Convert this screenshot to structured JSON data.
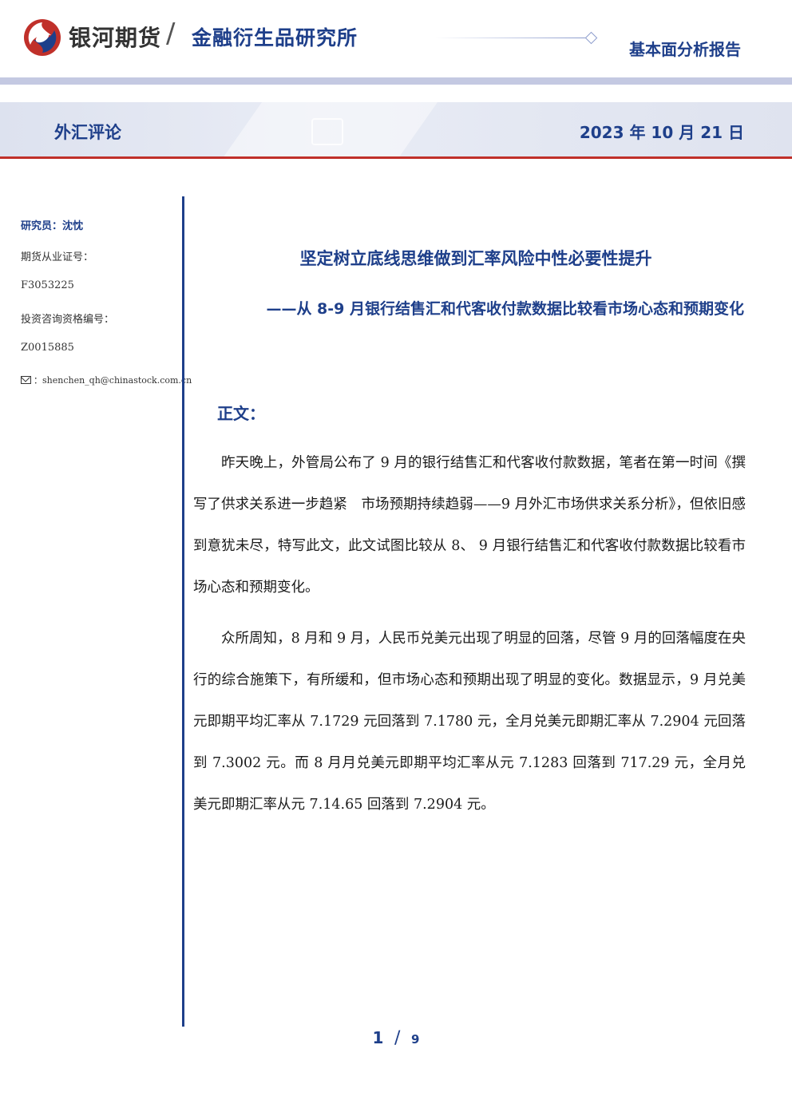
{
  "header": {
    "brand": "银河期货",
    "slash": "/",
    "institute": "金融衍生品研究所",
    "report_type": "基本面分析报告",
    "category": "外汇评论",
    "date": "2023 年 10 月 21 日"
  },
  "sidebar": {
    "researcher": "研究员：沈忱",
    "license_label": "期货从业证号：",
    "license_no": "F3053225",
    "consult_label": "投资咨询资格编号：",
    "consult_no": "Z0015885",
    "email": "：shenchen_qh@chinastock.com.cn"
  },
  "article": {
    "title": "坚定树立底线思维做到汇率风险中性必要性提升",
    "subtitle": "——从 8-9 月银行结售汇和代客收付款数据比较看市场心态和预期变化",
    "section": "正文：",
    "paragraphs": [
      "昨天晚上，外管局公布了 9 月的银行结售汇和代客收付款数据，笔者在第一时间《撰写了供求关系进一步趋紧　市场预期持续趋弱——9 月外汇市场供求关系分析》，但依旧感到意犹未尽，特写此文，此文试图比较从 8、 9 月银行结售汇和代客收付款数据比较看市场心态和预期变化。",
      "众所周知，8 月和 9 月，人民币兑美元出现了明显的回落，尽管 9 月的回落幅度在央行的综合施策下，有所缓和，但市场心态和预期出现了明显的变化。数据显示，9 月兑美元即期平均汇率从 7.1729 元回落到 7.1780 元，全月兑美元即期汇率从 7.2904 元回落到 7.3002 元。而 8 月月兑美元即期平均汇率从元 7.1283 回落到 717.29 元，全月兑美元即期汇率从元 7.14.65 回落到 7.2904 元。"
    ]
  },
  "footer": {
    "page_current": "1",
    "page_sep": "/",
    "page_total": "9"
  },
  "colors": {
    "brand_blue": "#1e3f8a",
    "brand_red": "#c0302a"
  }
}
